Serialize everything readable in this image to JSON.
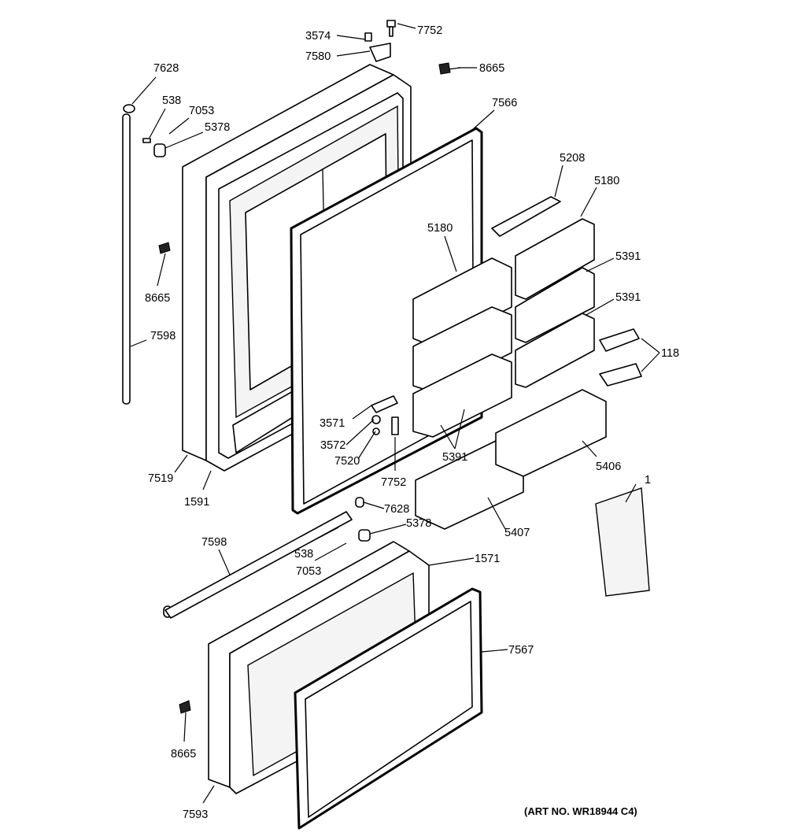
{
  "diagram": {
    "art_number": "(ART NO. WR18944 C4)",
    "callouts": [
      "3574",
      "7752",
      "7580",
      "8665",
      "7628",
      "538",
      "7053",
      "5378",
      "7566",
      "5208",
      "5180",
      "5180",
      "5391",
      "5391",
      "118",
      "8665",
      "7598",
      "3571",
      "3572",
      "7520",
      "7752",
      "5391",
      "7519",
      "1591",
      "5406",
      "1",
      "7628",
      "5378",
      "5407",
      "7598",
      "538",
      "7053",
      "1571",
      "7567",
      "8665",
      "7593"
    ]
  }
}
